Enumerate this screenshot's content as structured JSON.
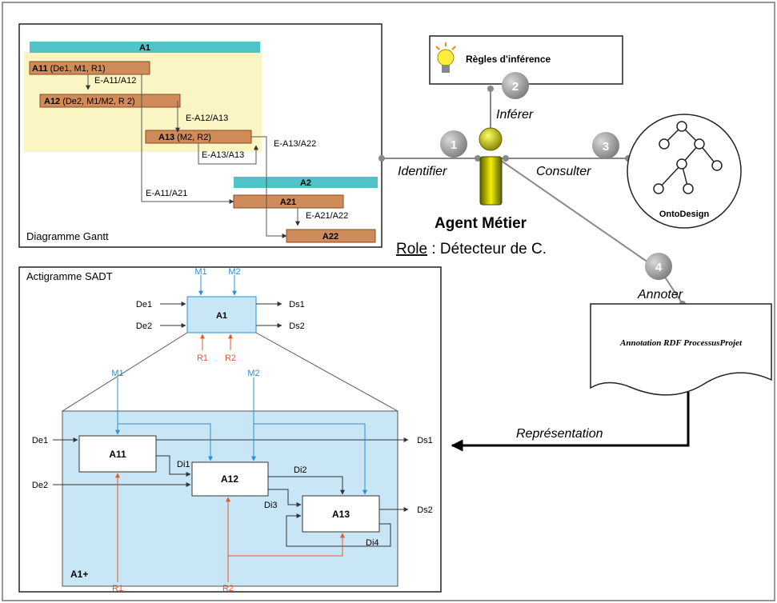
{
  "colors": {
    "gantt_bar_teal": "#4fc3c7",
    "gantt_task_brown": "#d08b5b",
    "gantt_highlight": "#fbf5c4",
    "sadt_blue_fill": "#c9e6f6",
    "mechanism_orange": "#e05a2b",
    "control_blue": "#2b8fd6",
    "circle_gray": "#9a9a9a",
    "agent_yellow": "#e8e000"
  },
  "gantt": {
    "panel_label": "Diagramme Gantt",
    "bars": {
      "a1": "A1",
      "a2": "A2"
    },
    "tasks": {
      "a11": "A11",
      "a11_params": "(De1, M1, R1)",
      "a12": "A12",
      "a12_params": "(De2, M1/M2, R 2)",
      "a13": "A13",
      "a13_params": "(M2, R2)",
      "a21": "A21",
      "a22": "A22"
    },
    "links": {
      "l1": "E-A11/A12",
      "l2": "E-A12/A13",
      "l3": "E-A13/A22",
      "l4": "E-A13/A13",
      "l5": "E-A11/A21",
      "l6": "E-A21/A22"
    }
  },
  "agent": {
    "name": "Agent Métier",
    "role_key": "Role",
    "role_value": " : Détecteur de C.",
    "steps": [
      {
        "num": "1",
        "label": "Identifier"
      },
      {
        "num": "2",
        "label": "Inférer"
      },
      {
        "num": "3",
        "label": "Consulter"
      },
      {
        "num": "4",
        "label": "Annoter"
      }
    ]
  },
  "rules_box": {
    "label": "Règles d'inférence",
    "icon": "lightbulb-icon"
  },
  "ontology": {
    "label": "OntoDesign",
    "icon": "tree-icon"
  },
  "annotation_doc": {
    "label": "Annotation RDF ProcessusProjet"
  },
  "representation": {
    "label": "Représentation"
  },
  "sadt": {
    "panel_label": "Actigramme SADT",
    "top": {
      "box": "A1",
      "inputs": [
        "De1",
        "De2"
      ],
      "outputs": [
        "Ds1",
        "Ds2"
      ],
      "controls": [
        "M1",
        "M2"
      ],
      "mechanisms": [
        "R1",
        "R2"
      ]
    },
    "detail": {
      "label": "A1+",
      "boxes": [
        "A11",
        "A12",
        "A13"
      ],
      "inputs": [
        "De1",
        "De2"
      ],
      "outputs": [
        "Ds1",
        "Ds2"
      ],
      "controls": [
        "M1",
        "M2"
      ],
      "mechanisms": [
        "R1",
        "R2"
      ],
      "internal": [
        "Di1",
        "Di2",
        "Di3",
        "Di4"
      ]
    }
  }
}
